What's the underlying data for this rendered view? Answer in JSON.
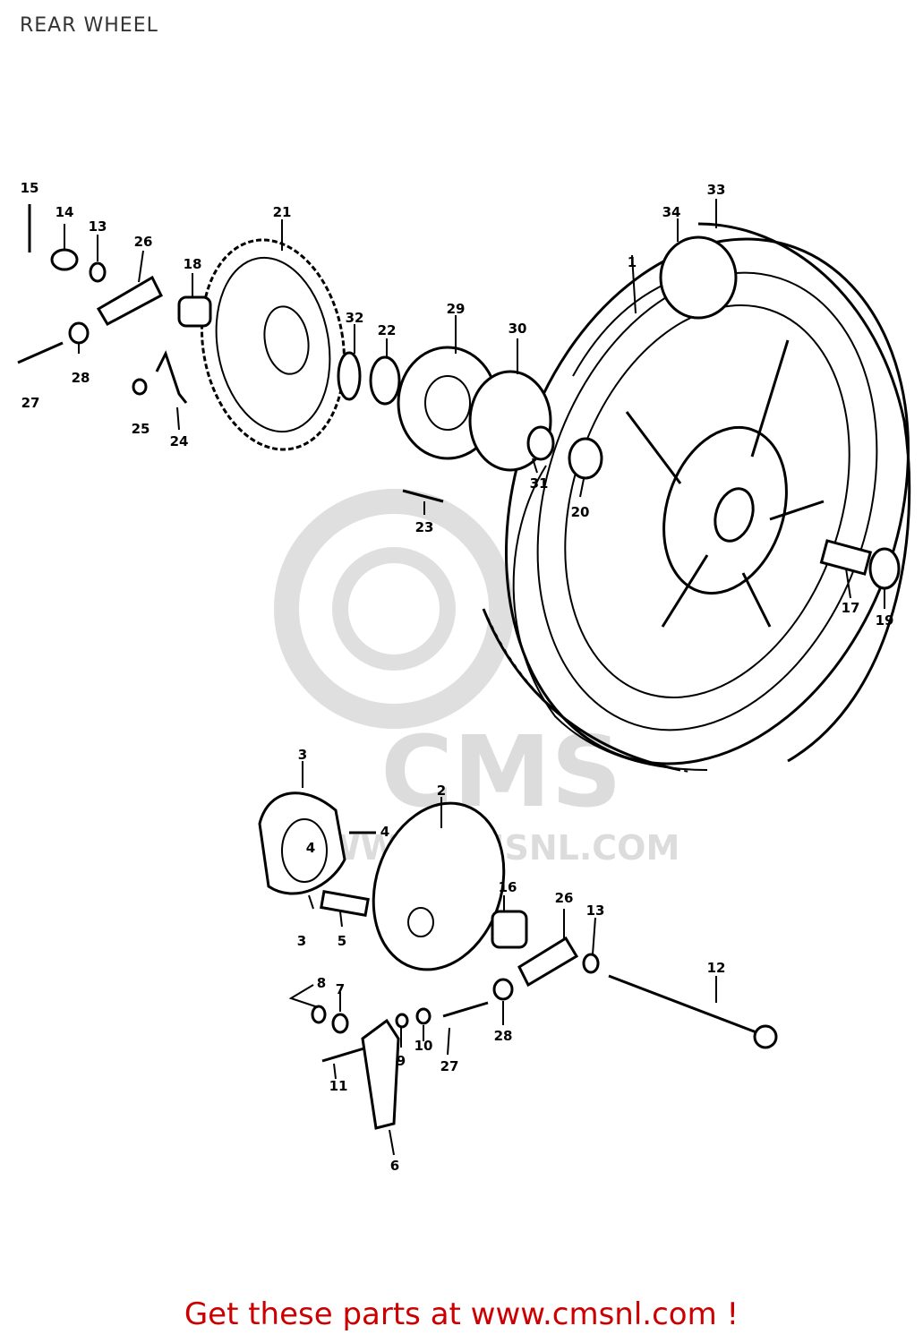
{
  "title": "REAR WHEEL",
  "watermark": {
    "brand": "CMS",
    "site": "WWW.CMSNL.COM",
    "color": "#d9d9d9"
  },
  "call_to_action": {
    "text": "Get these parts at www.cmsnl.com !",
    "color": "#cc0000"
  },
  "callouts": [
    "15",
    "14",
    "13",
    "26",
    "18",
    "21",
    "32",
    "22",
    "29",
    "30",
    "34",
    "33",
    "1",
    "27",
    "28",
    "25",
    "24",
    "23",
    "31",
    "20",
    "17",
    "19",
    "3",
    "2",
    "4",
    "4",
    "16",
    "26",
    "13",
    "5",
    "3",
    "12",
    "8",
    "7",
    "9",
    "10",
    "27",
    "28",
    "11",
    "6"
  ]
}
